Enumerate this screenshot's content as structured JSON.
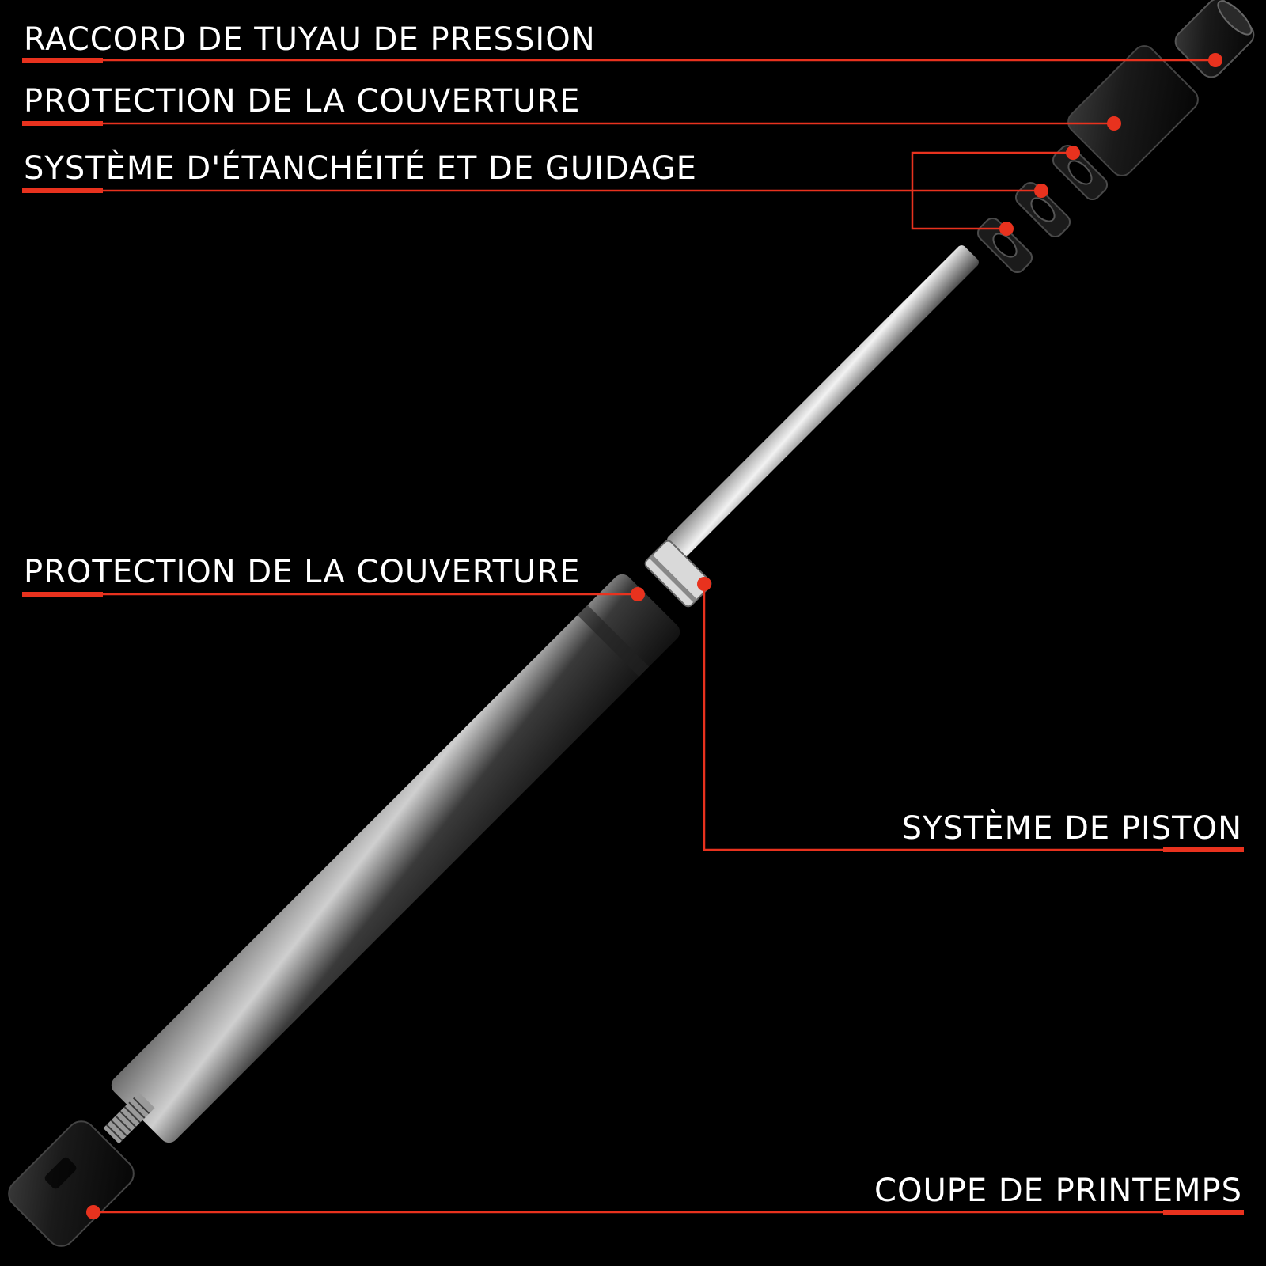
{
  "colors": {
    "background": "#000000",
    "accent": "#e8321e",
    "label_text": "#ffffff"
  },
  "labels": {
    "pressure_fitting": "RACCORD DE TUYAU DE PRESSION",
    "cover_protection_top": "PROTECTION DE LA COUVERTURE",
    "seal_guide_system": "SYSTÈME D'ÉTANCHÉITÉ ET DE GUIDAGE",
    "cover_protection_mid": "PROTECTION DE LA COUVERTURE",
    "piston_system": "SYSTÈME DE PISTON",
    "spring_cup": "COUPE DE PRINTEMPS"
  }
}
